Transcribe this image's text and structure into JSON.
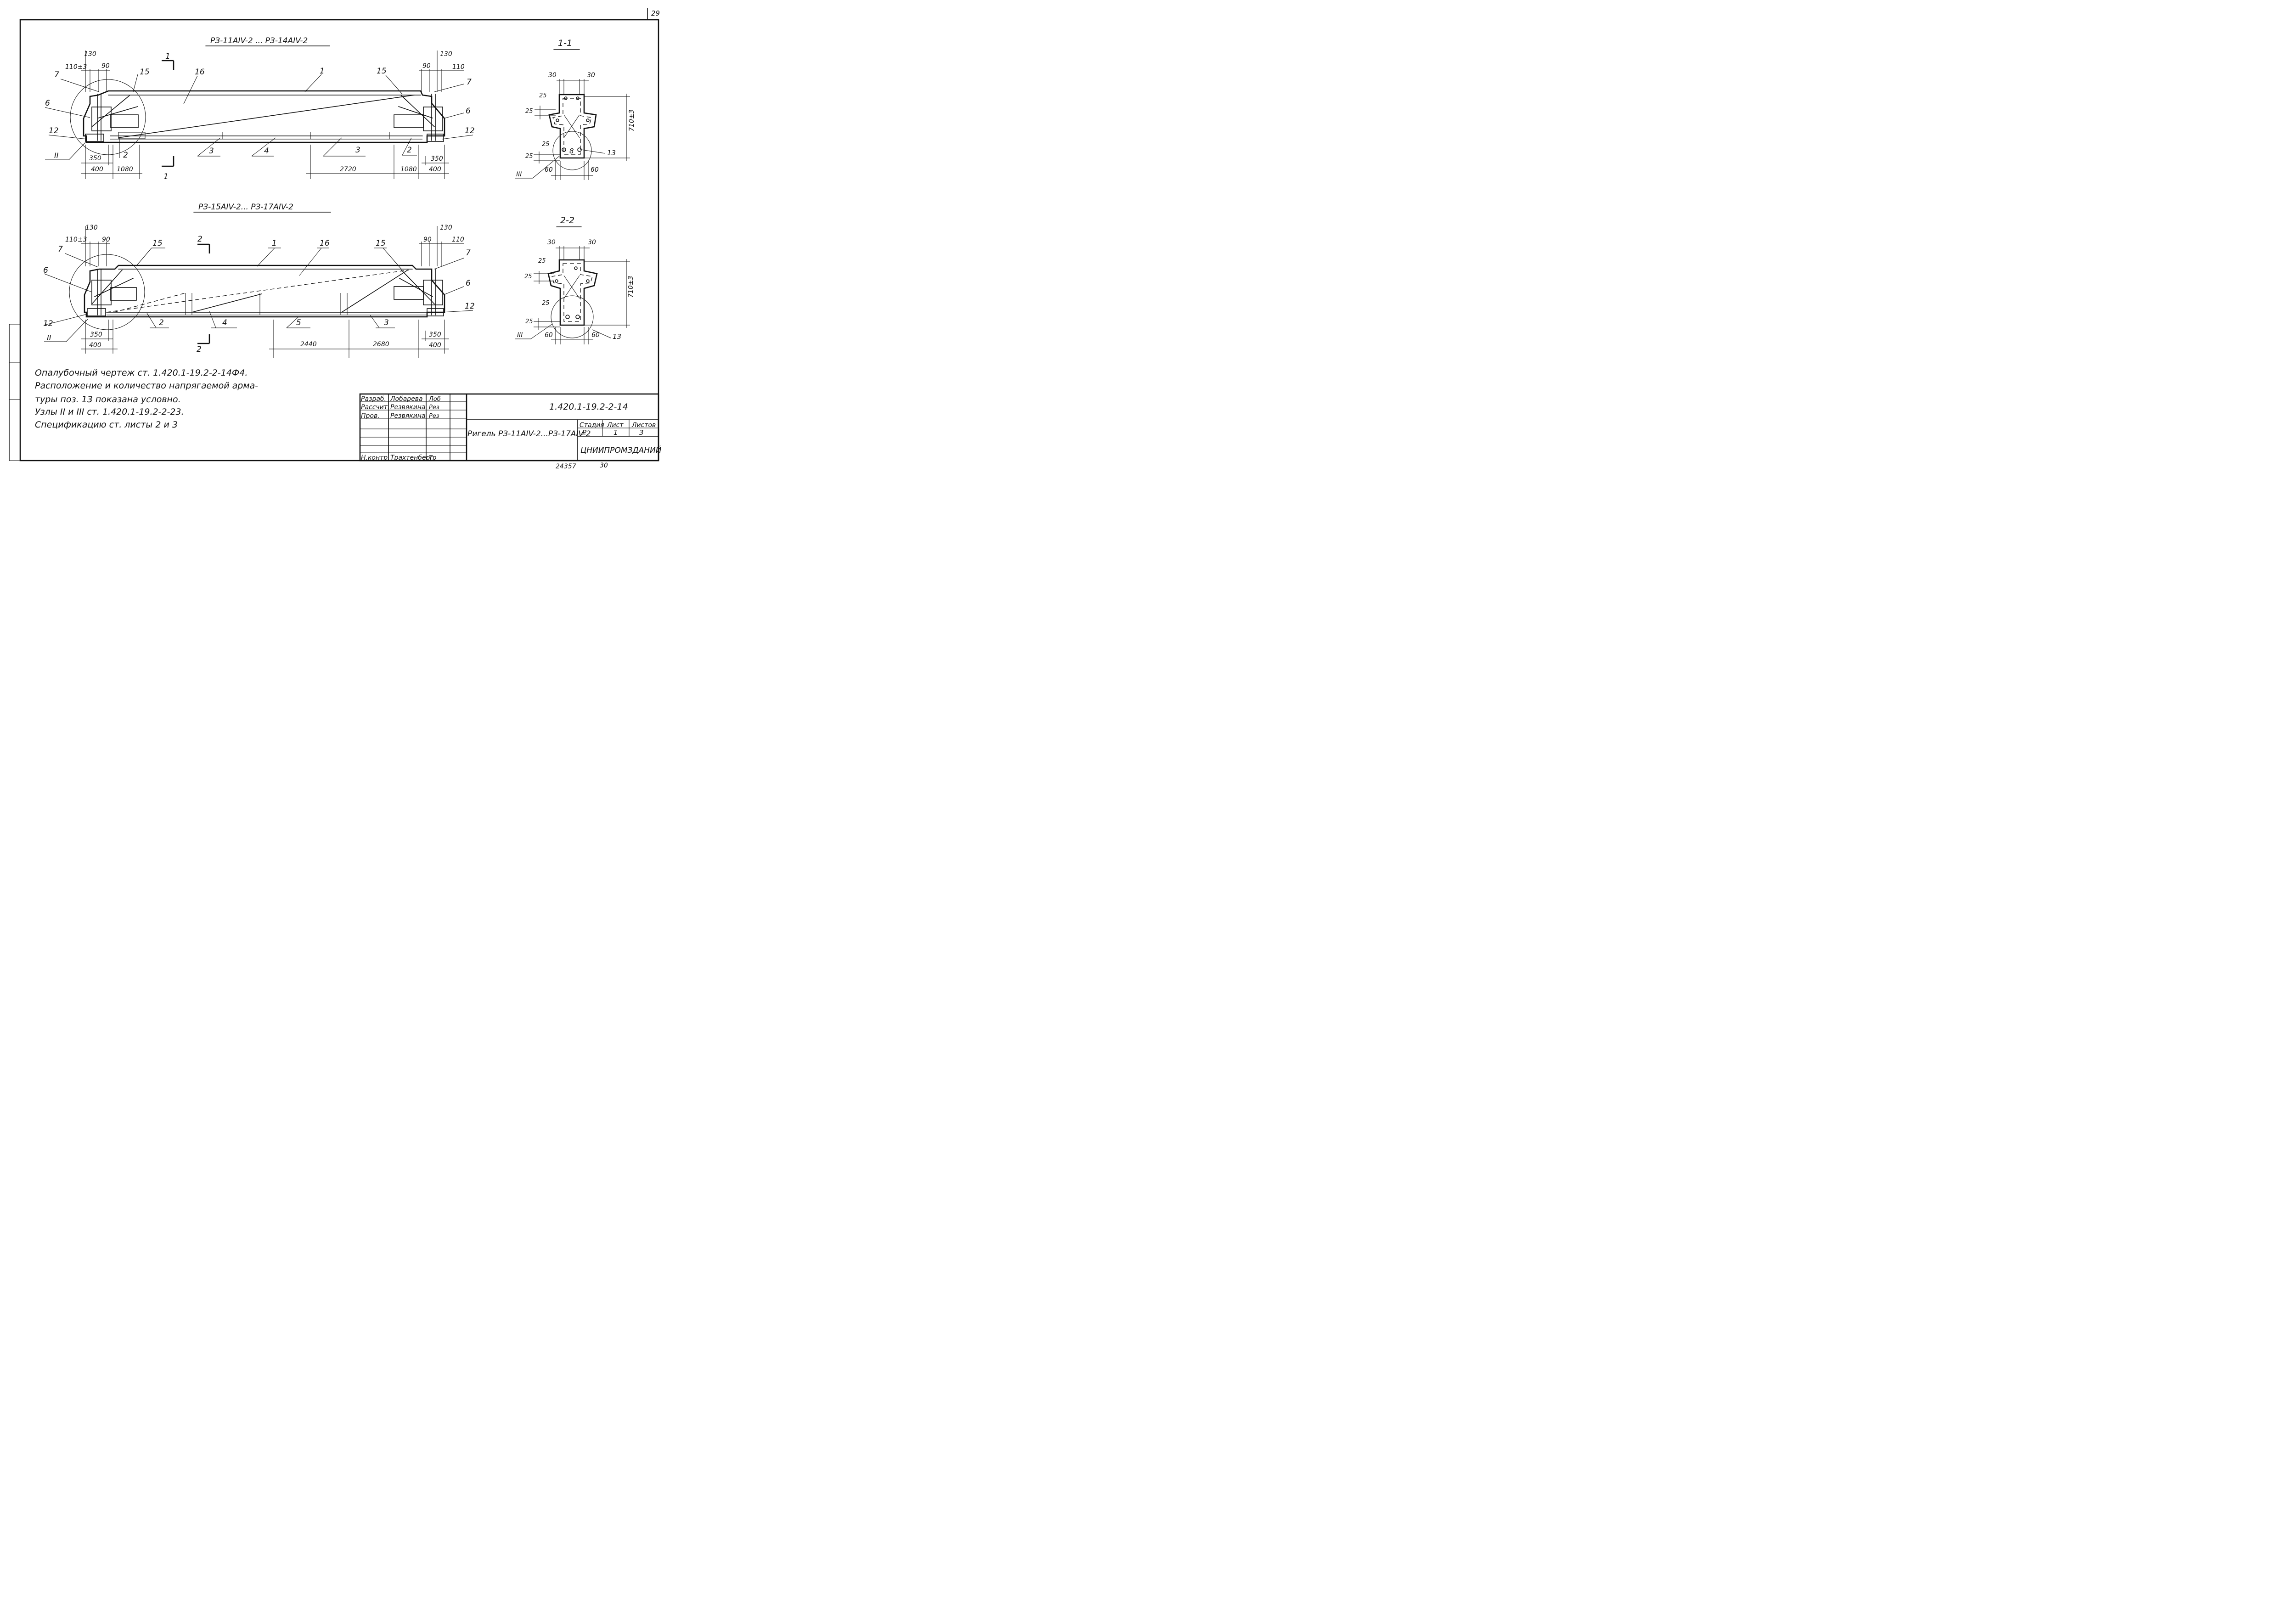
{
  "page_number": "29",
  "elevation_top": {
    "title": "РЗ-11АIV-2 ... РЗ-14АIV-2",
    "section_mark": "1",
    "node_mark": "II",
    "dims_top": [
      "130",
      "110±3",
      "90",
      "90",
      "130",
      "110"
    ],
    "dims_bottom": [
      "350",
      "400",
      "1080",
      "2720",
      "1080",
      "350",
      "400"
    ],
    "positions": [
      "7",
      "15",
      "16",
      "1",
      "15",
      "7",
      "6",
      "6",
      "12",
      "12",
      "2",
      "3",
      "4",
      "3",
      "2"
    ]
  },
  "elevation_bottom": {
    "title": "РЗ-15АIV-2... РЗ-17АIV-2",
    "section_mark": "2",
    "node_mark": "II",
    "dims_top": [
      "130",
      "110±3",
      "90",
      "90",
      "130",
      "110"
    ],
    "dims_bottom": [
      "350",
      "400",
      "2440",
      "2680",
      "350",
      "400"
    ],
    "positions": [
      "7",
      "15",
      "1",
      "16",
      "15",
      "7",
      "6",
      "6",
      "12",
      "12",
      "2",
      "4",
      "5",
      "3"
    ]
  },
  "section_1": {
    "title": "1-1",
    "dims": [
      "30",
      "30",
      "25",
      "25",
      "25",
      "25",
      "60",
      "60",
      "710±3"
    ],
    "positions": [
      "8",
      "13"
    ],
    "node_mark": "III"
  },
  "section_2": {
    "title": "2-2",
    "dims": [
      "30",
      "30",
      "25",
      "25",
      "25",
      "25",
      "60",
      "60",
      "710±3"
    ],
    "positions": [
      "13"
    ],
    "node_mark": "III"
  },
  "notes": [
    "Опалубочный чертеж ст. 1.420.1-19.2-2-14Ф4.",
    "Расположение и количество напрягаемой арма-",
    "туры поз. 13 показана условно.",
    "Узлы II и III ст. 1.420.1-19.2-2-23.",
    "Спецификацию ст. листы  2 и 3"
  ],
  "title_block": {
    "doc_code": "1.420.1-19.2-2-14",
    "title": "Ригель РЗ-11АIV-2...РЗ-17АIV-2",
    "roles": [
      {
        "role": "Разраб.",
        "name": "Лобарева",
        "sign": "Лоб"
      },
      {
        "role": "Рассчит.",
        "name": "Резвякина",
        "sign": "Рез"
      },
      {
        "role": "Пров.",
        "name": "Резвякина",
        "sign": "Рез"
      },
      {
        "role": "Н.контр.",
        "name": "Трахтенберг",
        "sign": "Тр"
      }
    ],
    "stage_label": "Стадия",
    "sheet_label": "Лист",
    "sheets_label": "Листов",
    "stage": "Р",
    "sheet": "1",
    "sheets": "3",
    "org": "ЦНИИПРОМЗДАНИЙ",
    "footer_left": "24357",
    "footer_right": "30"
  }
}
